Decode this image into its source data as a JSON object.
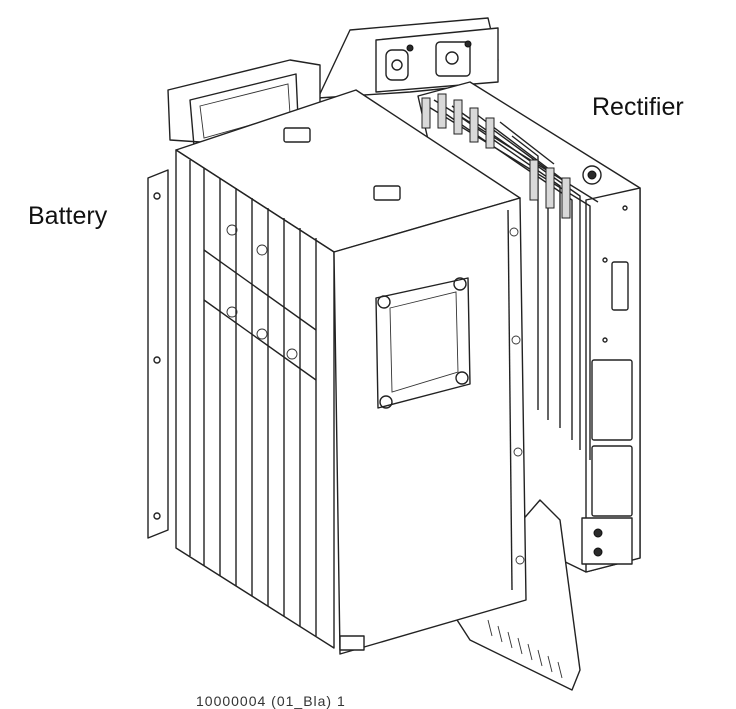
{
  "labels": {
    "battery": "Battery",
    "rectifier": "Rectifier"
  },
  "caption": "10000004 (01_Bla) 1"
}
